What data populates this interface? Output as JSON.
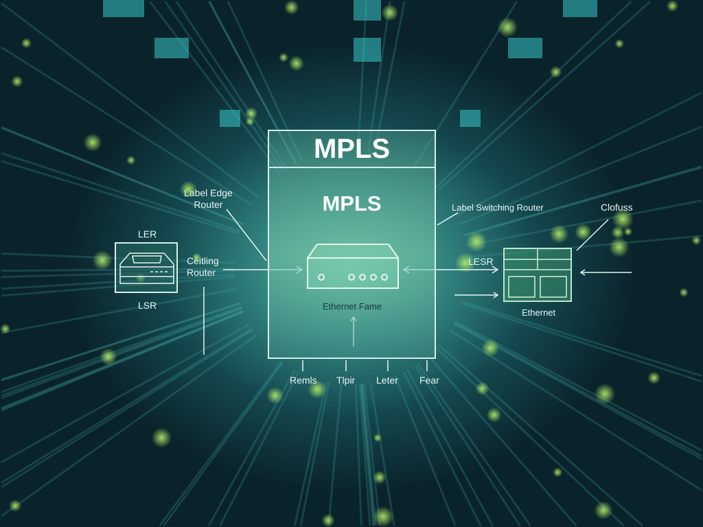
{
  "title": "MPLS",
  "subtitle": "MPLS",
  "labels": {
    "label_edge_router": [
      "Label Edge",
      "Router"
    ],
    "ler": "LER",
    "lsr": "LSR",
    "getting_router": [
      "Ceitling",
      "Router"
    ],
    "label_switching_router": "Label Switching Router",
    "cloud": "Clofuss",
    "lesr": "LESR",
    "ethernet": "Ethernet",
    "ethernet_frame": "Ethernet Fame"
  },
  "bottom_labels": [
    "Remls",
    "Tlpir",
    "Leter",
    "Fear"
  ],
  "colors": {
    "accent": "#d6efe6",
    "glow": "#9be06a",
    "background": "#0a2229"
  }
}
